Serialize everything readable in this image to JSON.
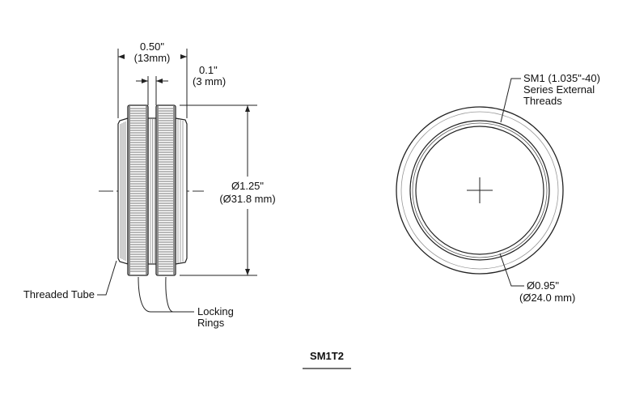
{
  "side_view": {
    "overall_length": {
      "imperial": "0.50\"",
      "metric": "(13mm)"
    },
    "ring_gap": {
      "imperial": "0.1\"",
      "metric": "(3 mm)"
    },
    "outer_diameter": {
      "imperial": "Ø1.25\"",
      "metric": "(Ø31.8 mm)"
    },
    "tube_label": "Threaded Tube",
    "rings_label_line1": "Locking",
    "rings_label_line2": "Rings"
  },
  "front_view": {
    "thread_label_line1": "SM1 (1.035\"-40)",
    "thread_label_line2": "Series External",
    "thread_label_line3": "Threads",
    "bore_diameter": {
      "imperial": "Ø0.95\"",
      "metric": "(Ø24.0 mm)"
    }
  },
  "part_number": "SM1T2"
}
